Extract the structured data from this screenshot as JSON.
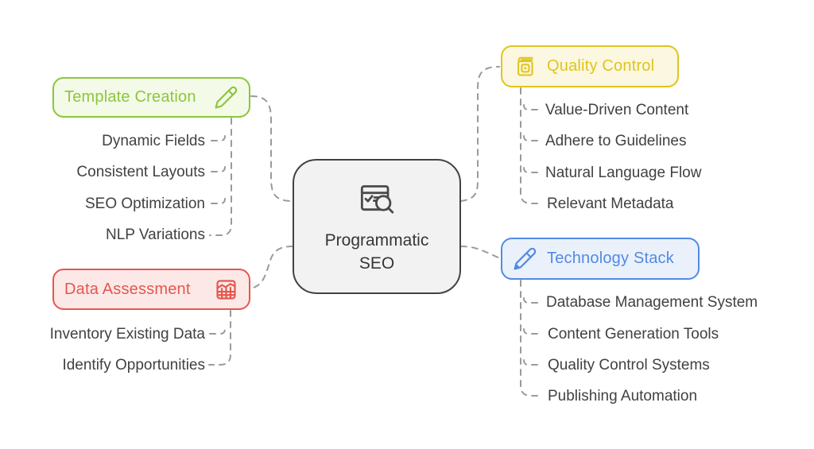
{
  "center": {
    "icon": "browser-search-icon",
    "label_lines": [
      "Programmatic",
      "SEO"
    ],
    "border_color": "#424242",
    "bg_color": "#f2f2f2"
  },
  "branches": [
    {
      "id": "template-creation",
      "label": "Template Creation",
      "icon": "pen-icon",
      "color": "#8cc63c",
      "bg": "#f4fae8",
      "items": [
        "Dynamic Fields",
        "Consistent Layouts",
        "SEO Optimization",
        "NLP Variations"
      ]
    },
    {
      "id": "data-assessment",
      "label": "Data Assessment",
      "icon": "spreadsheet-chart-icon",
      "color": "#e4574f",
      "bg": "#fce9e7",
      "items": [
        "Inventory Existing Data",
        "Identify Opportunities"
      ]
    },
    {
      "id": "quality-control",
      "label": "Quality Control",
      "icon": "video-book-icon",
      "color": "#dfc51c",
      "bg": "#fbf7e0",
      "items": [
        "Value-Driven Content",
        "Adhere to Guidelines",
        "Natural Language Flow",
        "Relevant Metadata"
      ]
    },
    {
      "id": "technology-stack",
      "label": "Technology Stack",
      "icon": "marker-pen-icon",
      "color": "#5389e5",
      "bg": "#eaf1fb",
      "items": [
        "Database Management System",
        "Content Generation Tools",
        "Quality Control Systems",
        "Publishing Automation"
      ]
    }
  ],
  "colors": {
    "connector": "#9a9a9a",
    "item_text": "#414141"
  }
}
